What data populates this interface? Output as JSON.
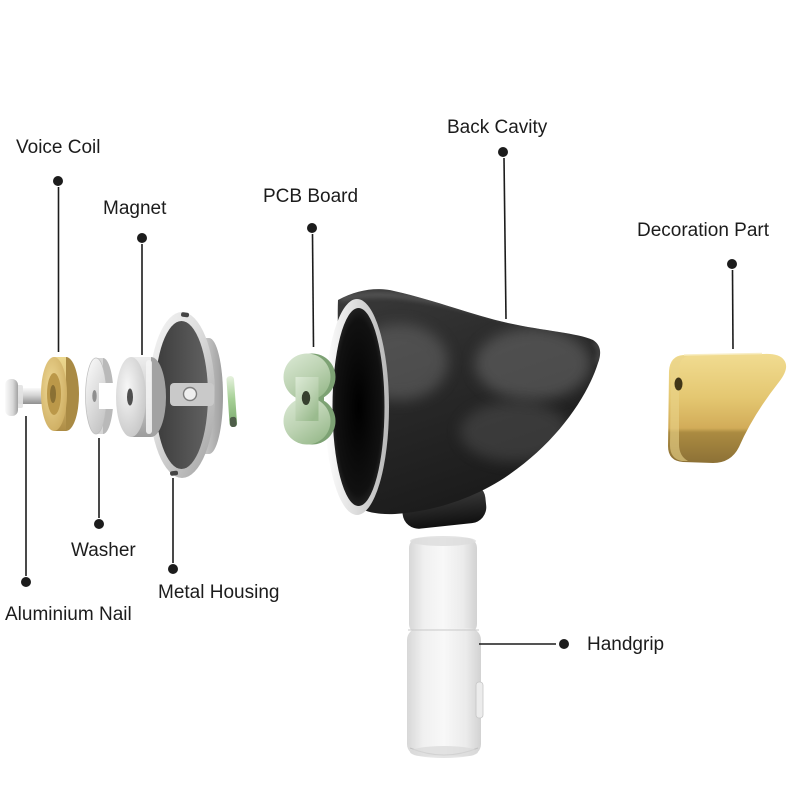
{
  "diagram": {
    "labels": {
      "voice_coil": "Voice Coil",
      "magnet": "Magnet",
      "pcb_board": "PCB Board",
      "back_cavity": "Back Cavity",
      "decoration_part": "Decoration Part",
      "washer": "Washer",
      "metal_housing": "Metal Housing",
      "aluminium_nail": "Aluminium Nail",
      "handgrip": "Handgrip"
    },
    "colors": {
      "background": "#ffffff",
      "label_text": "#1c1c1c",
      "leader_line": "#1c1c1c",
      "voice_coil_gold": "#d9bc74",
      "decoration_gold": "#d2ac59",
      "pcb_green": "#bdd3b3",
      "diaphragm_green": "#a6d096",
      "back_cavity_black": "#2a2a2a",
      "metal_silver": "#d6d6d6",
      "handgrip_white": "#f3f3f3"
    }
  }
}
